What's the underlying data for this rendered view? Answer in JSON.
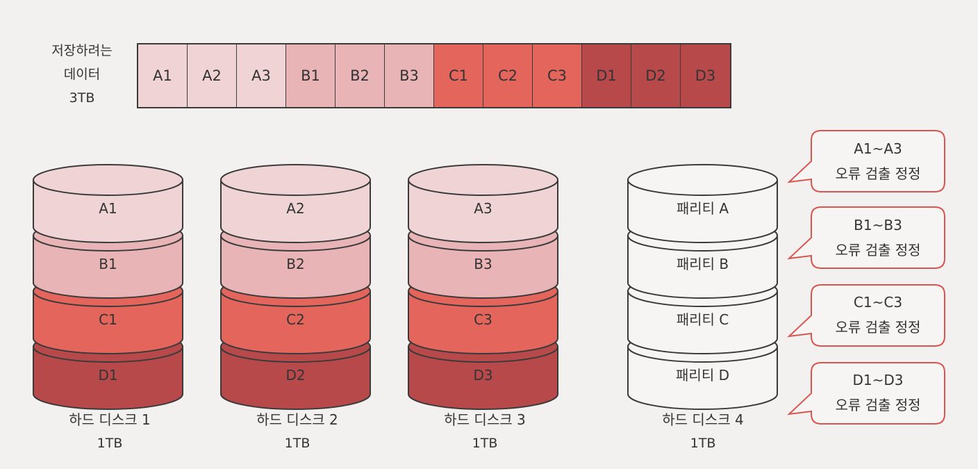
{
  "source_label": {
    "lines": [
      "저장하려는",
      "데이터",
      "3TB"
    ]
  },
  "data_blocks": [
    {
      "label": "A1",
      "color": "#f0d4d5"
    },
    {
      "label": "A2",
      "color": "#f0d4d5"
    },
    {
      "label": "A3",
      "color": "#f0d4d5"
    },
    {
      "label": "B1",
      "color": "#e8b4b6"
    },
    {
      "label": "B2",
      "color": "#e8b4b6"
    },
    {
      "label": "B3",
      "color": "#e8b4b6"
    },
    {
      "label": "C1",
      "color": "#e3655c"
    },
    {
      "label": "C2",
      "color": "#e3655c"
    },
    {
      "label": "C3",
      "color": "#e3655c"
    },
    {
      "label": "D1",
      "color": "#b8494b"
    },
    {
      "label": "D2",
      "color": "#b8494b"
    },
    {
      "label": "D3",
      "color": "#b8494b"
    }
  ],
  "disks": [
    {
      "name": "하드 디스크 1",
      "size": "1TB",
      "layers": [
        {
          "label": "A1",
          "color": "#f0d4d5"
        },
        {
          "label": "B1",
          "color": "#e8b4b6"
        },
        {
          "label": "C1",
          "color": "#e3655c"
        },
        {
          "label": "D1",
          "color": "#b8494b"
        }
      ]
    },
    {
      "name": "하드 디스크 2",
      "size": "1TB",
      "layers": [
        {
          "label": "A2",
          "color": "#f0d4d5"
        },
        {
          "label": "B2",
          "color": "#e8b4b6"
        },
        {
          "label": "C2",
          "color": "#e3655c"
        },
        {
          "label": "D2",
          "color": "#b8494b"
        }
      ]
    },
    {
      "name": "하드 디스크 3",
      "size": "1TB",
      "layers": [
        {
          "label": "A3",
          "color": "#f0d4d5"
        },
        {
          "label": "B3",
          "color": "#e8b4b6"
        },
        {
          "label": "C3",
          "color": "#e3655c"
        },
        {
          "label": "D3",
          "color": "#b8494b"
        }
      ]
    },
    {
      "name": "하드 디스크 4",
      "size": "1TB",
      "layers": [
        {
          "label": "패리티 A",
          "color": "#f6f5f4"
        },
        {
          "label": "패리티 B",
          "color": "#f6f5f4"
        },
        {
          "label": "패리티 C",
          "color": "#f6f5f4"
        },
        {
          "label": "패리티 D",
          "color": "#f6f5f4"
        }
      ]
    }
  ],
  "callouts": [
    {
      "range": "A1~A3",
      "text": "오류 검출 정정"
    },
    {
      "range": "B1~B3",
      "text": "오류 검출 정정"
    },
    {
      "range": "C1~C3",
      "text": "오류 검출 정정"
    },
    {
      "range": "D1~D3",
      "text": "오류 검출 정정"
    }
  ],
  "colors": {
    "outline": "#3a3a3a",
    "callout_border": "#d9534f"
  }
}
